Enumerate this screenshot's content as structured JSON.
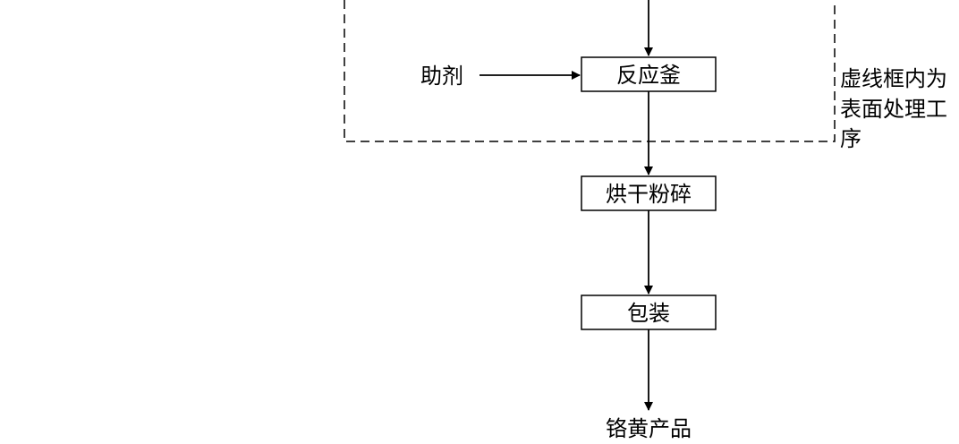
{
  "diagram": {
    "nodes": {
      "reactor": "反应釜",
      "dry_crush": "烘干粉碎",
      "packaging": "包装",
      "product": "铬黄产品"
    },
    "inputs": {
      "additive": "助剂"
    },
    "annotation": {
      "line1": "虚线框内为",
      "line2": "表面处理工",
      "line3": "序"
    },
    "colors": {
      "stroke": "#000000",
      "background": "#ffffff"
    }
  }
}
